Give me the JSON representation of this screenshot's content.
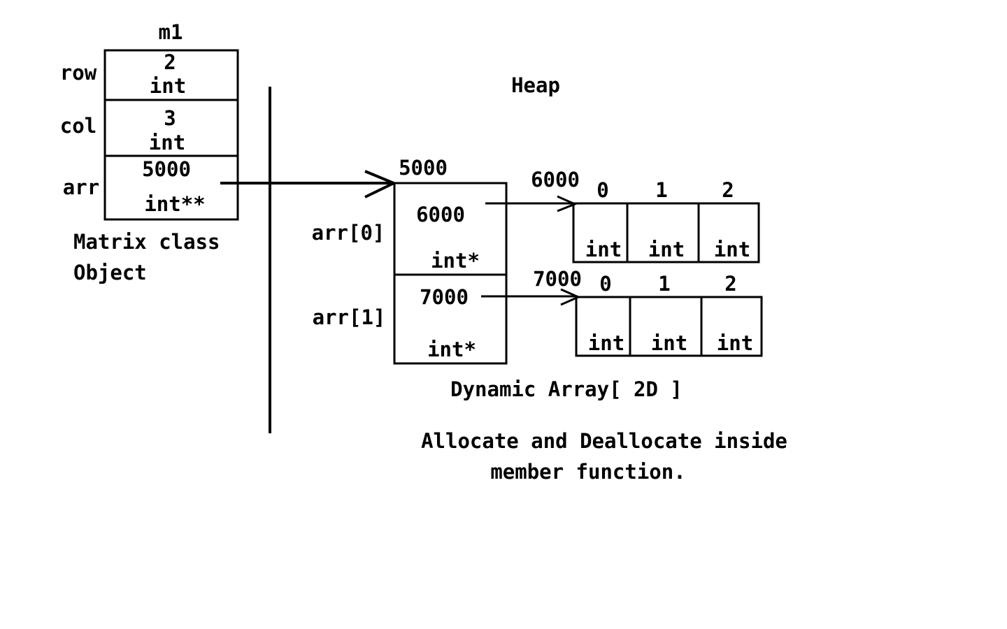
{
  "object": {
    "name": "m1",
    "caption_line1": "Matrix class",
    "caption_line2": "Object",
    "fields": [
      {
        "label": "row",
        "value": "2",
        "type": "int"
      },
      {
        "label": "col",
        "value": "3",
        "type": "int"
      },
      {
        "label": "arr",
        "value": "5000",
        "type": "int**"
      }
    ]
  },
  "heap": {
    "title": "Heap",
    "pointer_array": {
      "address": "5000",
      "caption": "Dynamic Array[ 2D ]",
      "slots": [
        {
          "label": "arr[0]",
          "value": "6000",
          "type": "int*"
        },
        {
          "label": "arr[1]",
          "value": "7000",
          "type": "int*"
        }
      ]
    },
    "rows": [
      {
        "address": "6000",
        "indices": [
          "0",
          "1",
          "2"
        ],
        "types": [
          "int",
          "int",
          "int"
        ]
      },
      {
        "address": "7000",
        "indices": [
          "0",
          "1",
          "2"
        ],
        "types": [
          "int",
          "int",
          "int"
        ]
      }
    ]
  },
  "note": {
    "line1": "Allocate and Deallocate inside",
    "line2": "member function."
  }
}
